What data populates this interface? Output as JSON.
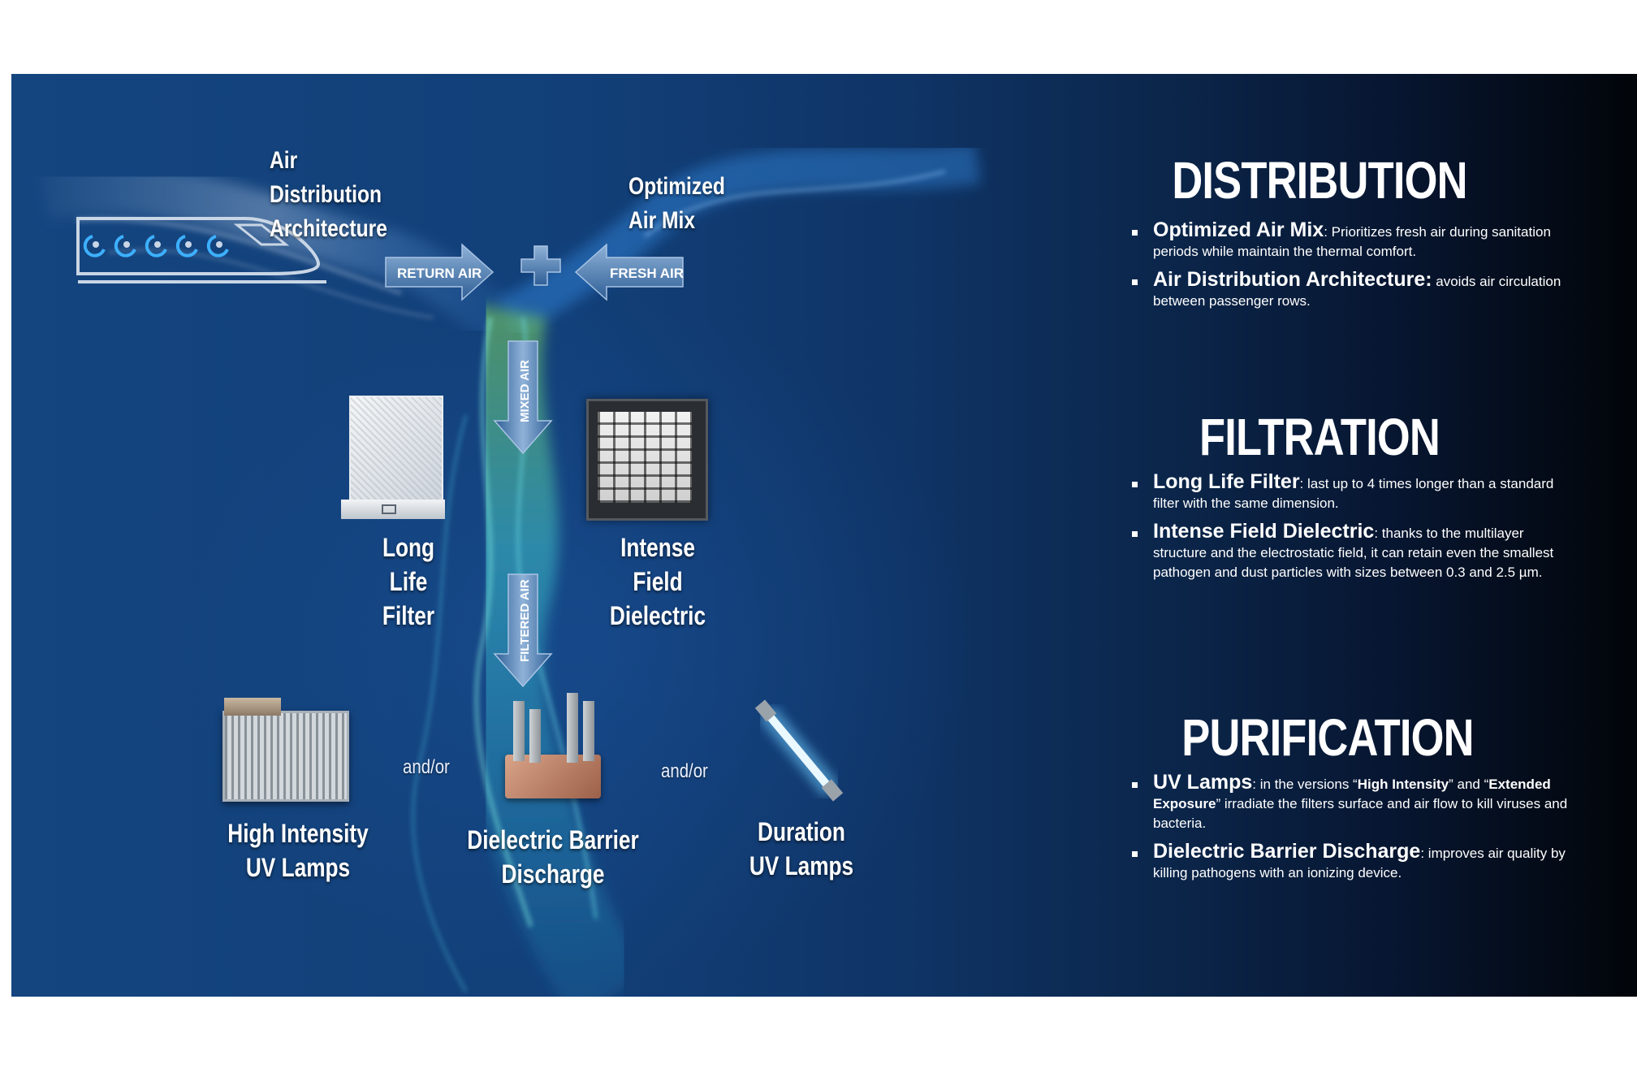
{
  "diagram": {
    "labels": {
      "air_distribution": [
        "Air",
        "Distribution",
        "Architecture"
      ],
      "optimized_air_mix": [
        "Optimized",
        "Air Mix"
      ],
      "long_life_filter": [
        "Long",
        "Life",
        "Filter"
      ],
      "intense_field_dielectric": [
        "Intense",
        "Field",
        "Dielectric"
      ],
      "high_intensity_uv": [
        "High Intensity",
        "UV Lamps"
      ],
      "dbd": [
        "Dielectric Barrier",
        "Discharge"
      ],
      "duration_uv": [
        "Duration",
        "UV Lamps"
      ],
      "andor": "and/or"
    },
    "arrows": {
      "return_air": "RETURN AIR",
      "fresh_air": "FRESH AIR",
      "mixed_air": "MIXED AIR",
      "filtered_air": "FILTERED AIR"
    }
  },
  "sections": {
    "distribution": {
      "title": "DISTRIBUTION",
      "items": [
        {
          "term": "Optimized Air Mix",
          "desc": ": Prioritizes fresh air during sanitation periods while maintain the thermal comfort."
        },
        {
          "term": "Air Distribution Architecture:",
          "desc": " avoids air circulation between passenger rows."
        }
      ]
    },
    "filtration": {
      "title": "FILTRATION",
      "items": [
        {
          "term": "Long Life Filter",
          "desc": ":  last up to 4 times longer than a standard filter with  the same dimension."
        },
        {
          "term": "Intense Field Dielectric",
          "desc": ": thanks to the multilayer structure and the electrostatic field, it can retain even the smallest pathogen and dust particles with sizes between 0.3 and 2.5 µm."
        }
      ]
    },
    "purification": {
      "title": "PURIFICATION",
      "uv": {
        "term": "UV Lamps",
        "p1": ": in the versions “",
        "b1": "High Intensity",
        "p2": "” and “",
        "b2": "Extended Exposure",
        "p3": "” irradiate the filters surface and air flow to kill viruses and bacteria."
      },
      "dbd": {
        "term": "Dielectric Barrier Discharge",
        "desc": ": improves air quality by killing pathogens with an ionizing device."
      }
    }
  }
}
